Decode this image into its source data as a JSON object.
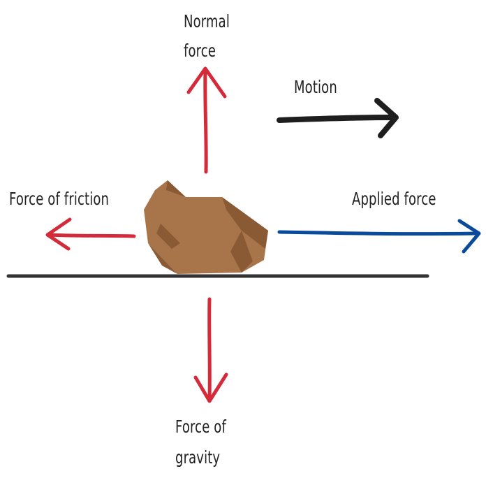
{
  "labels": {
    "normal_force": {
      "line1": "Normal",
      "line2": "force"
    },
    "motion": "Motion",
    "friction": "Force of friction",
    "applied": "Applied force",
    "gravity": {
      "line1": "Force of",
      "line2": "gravity"
    }
  },
  "colors": {
    "red_arrow": "#d42b3a",
    "blue_arrow": "#0a4a9a",
    "black_arrow": "#1e1e1e",
    "ground": "#333333",
    "rock_base": "#a8744a",
    "rock_shadow": "#8a5a34"
  }
}
